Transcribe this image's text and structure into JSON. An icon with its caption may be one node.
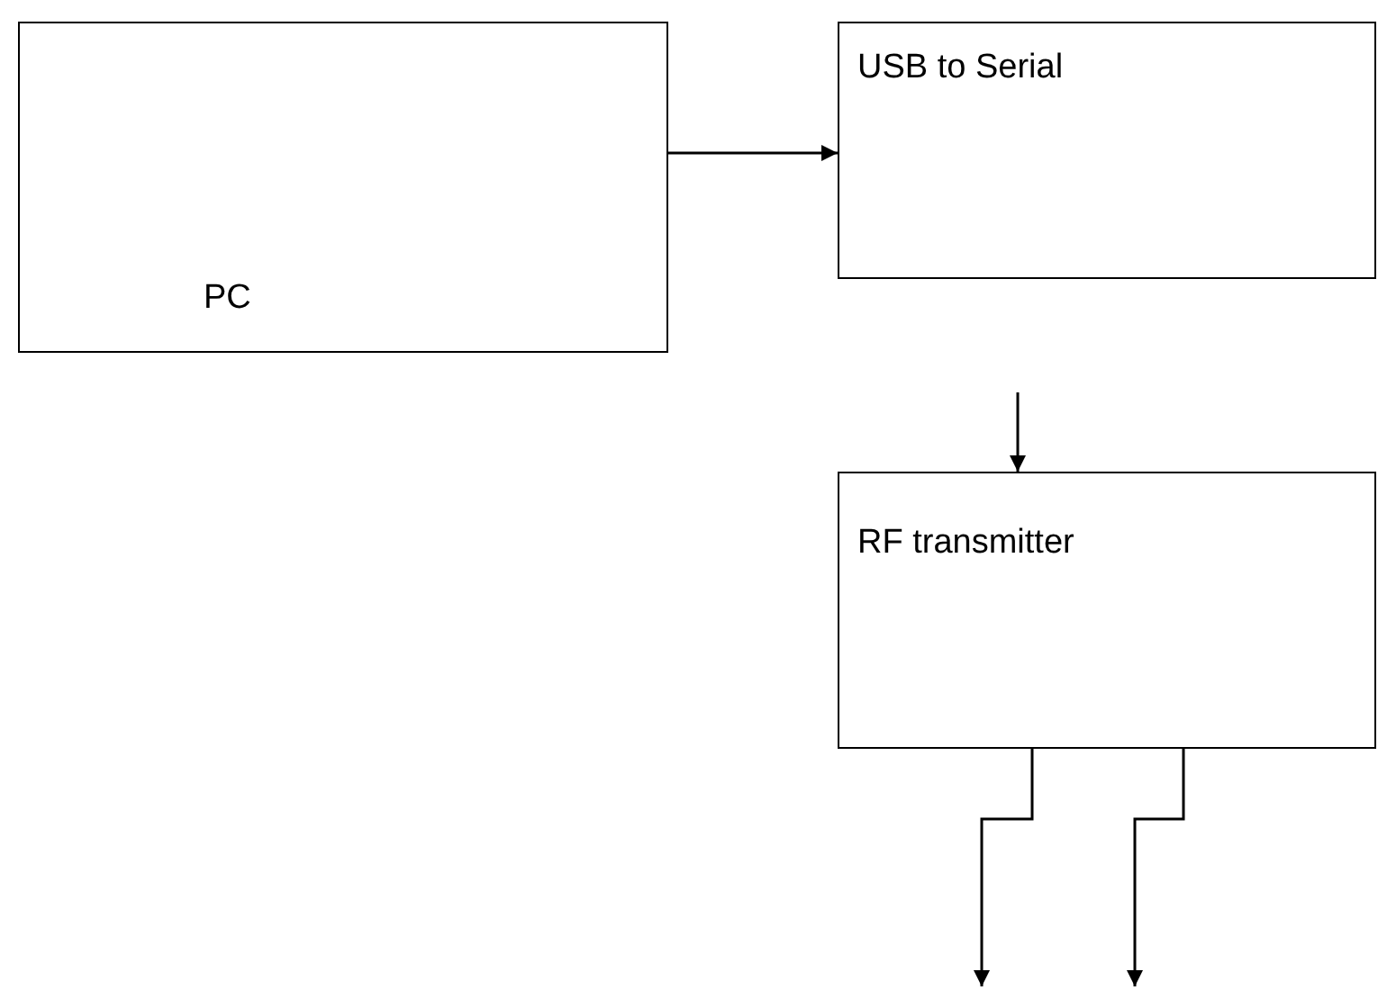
{
  "diagram": {
    "nodes": [
      {
        "text": [
          "PC"
        ]
      },
      {
        "text": [
          "USB to Serial"
        ]
      },
      {
        "text": [
          "RF transmitter"
        ]
      }
    ],
    "edges": [
      {
        "from": 0,
        "to": 1,
        "arrow": "to"
      },
      {
        "from": null,
        "to": 2,
        "arrow": "to"
      },
      {
        "from": 2,
        "to": null,
        "arrow": "to"
      },
      {
        "from": 2,
        "to": null,
        "arrow": "to"
      }
    ]
  }
}
